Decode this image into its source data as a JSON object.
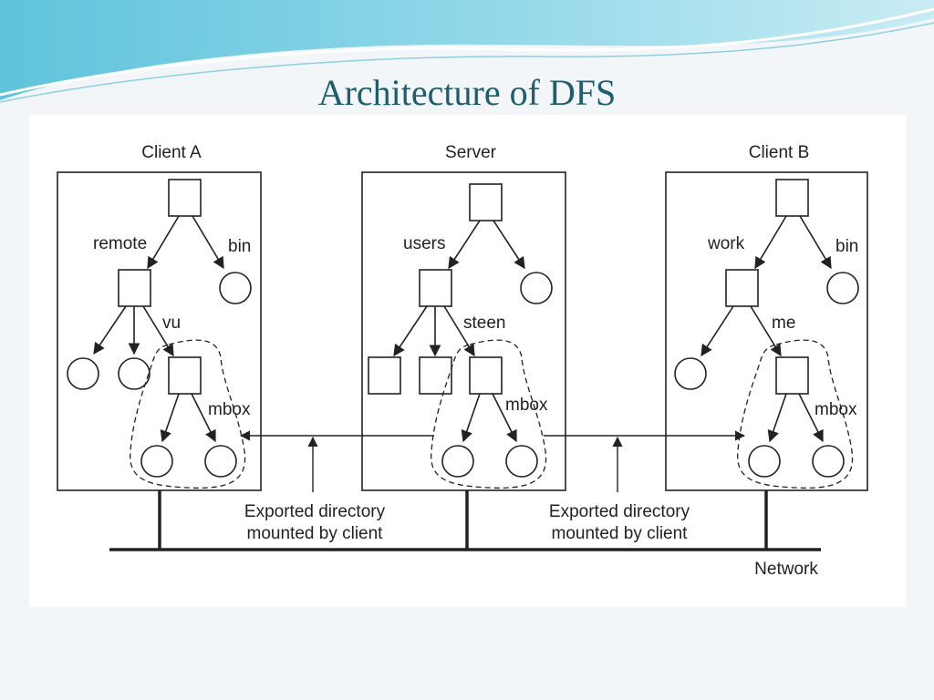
{
  "slide": {
    "title": "Architecture of DFS"
  },
  "diagram": {
    "client_a": {
      "label": "Client A",
      "edge_remote": "remote",
      "edge_bin": "bin",
      "edge_vu": "vu",
      "edge_mbox": "mbox"
    },
    "server": {
      "label": "Server",
      "edge_users": "users",
      "edge_steen": "steen",
      "edge_mbox": "mbox"
    },
    "client_b": {
      "label": "Client B",
      "edge_work": "work",
      "edge_bin": "bin",
      "edge_me": "me",
      "edge_mbox": "mbox"
    },
    "annotation_left": [
      "Exported directory",
      "mounted by client"
    ],
    "annotation_right": [
      "Exported directory",
      "mounted by client"
    ],
    "network_label": "Network"
  },
  "colors": {
    "title": "#1b5f6f",
    "header_wave": "#4fb7d3",
    "line": "#222222"
  }
}
